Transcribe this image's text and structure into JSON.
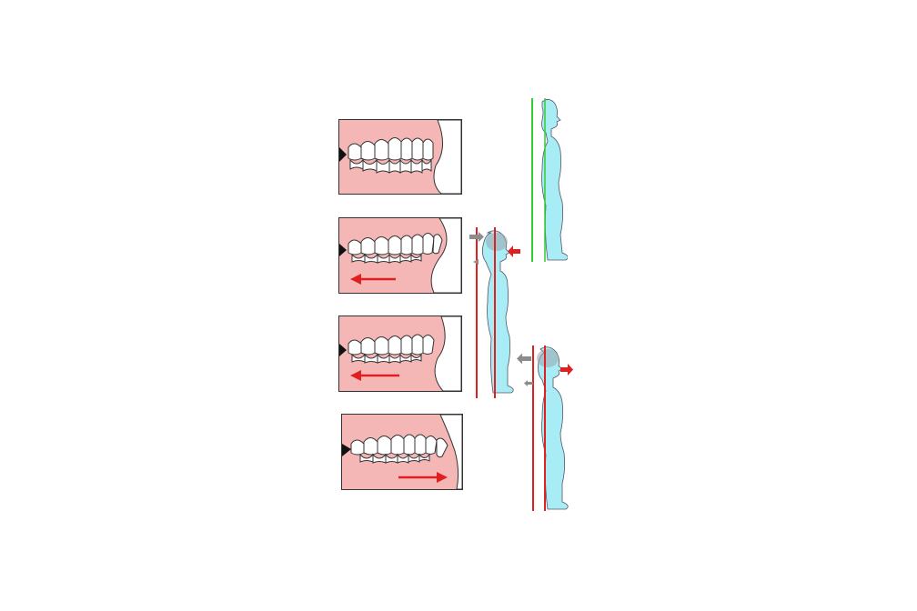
{
  "colors": {
    "gum": "#f4b7b5",
    "tooth": "#ffffff",
    "outline": "#333333",
    "body": "#a8ecf5",
    "neutral_line": "#33cc33",
    "deviation_line": "#e02020",
    "arrow_red": "#e02020",
    "arrow_grey": "#8c8c8c"
  },
  "panels": [
    {
      "id": "normal-occlusion",
      "arrow": "none"
    },
    {
      "id": "occlusion-shift-back-1",
      "arrow": "left"
    },
    {
      "id": "occlusion-shift-back-2",
      "arrow": "left"
    },
    {
      "id": "occlusion-shift-forward",
      "arrow": "right"
    }
  ],
  "figures": [
    {
      "id": "neutral-posture",
      "line_color": "green"
    },
    {
      "id": "forward-head-posture",
      "line_color": "red"
    },
    {
      "id": "backward-head-posture",
      "line_color": "red"
    }
  ]
}
